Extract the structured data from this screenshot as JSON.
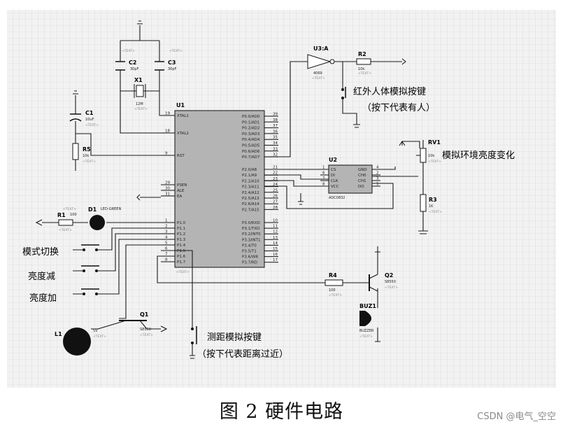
{
  "caption": "图 2  硬件电路",
  "watermark": "CSDN @电气_空空",
  "labels": {
    "u1": "U1",
    "u2": "U2",
    "u3": "U3:A",
    "u3part": "4069",
    "u2part": "ADC0832",
    "c1": "C1",
    "c1v": "10uF",
    "c2": "C2",
    "c2v": "30pF",
    "c3": "C3",
    "c3v": "30pF",
    "x1": "X1",
    "x1v": "12M",
    "r1": "R1",
    "r1v": "100",
    "r2": "R2",
    "r2v": "10k",
    "r3": "R3",
    "r3v": "1K",
    "r4": "R4",
    "r4v": "100",
    "r5": "R5",
    "r5v": "10k",
    "rv1": "RV1",
    "rv1v": "10k",
    "d1": "D1",
    "d1v": "LED-GREEN",
    "q1": "Q1",
    "q1v": "S8550",
    "q2": "Q2",
    "q2v": "S8550",
    "buz": "BUZ1",
    "buzv": "BUZZER",
    "l1": "L1",
    "l1v": "5V",
    "text": "<TEXT>"
  },
  "chinese": {
    "ir": "红外人体模拟按键",
    "ir_note": "（按下代表有人）",
    "light": "模拟环境亮度变化",
    "mode": "模式切换",
    "dec": "亮度减",
    "inc": "亮度加",
    "dist": "测距模拟按键",
    "dist_note": "（按下代表距离过近）"
  },
  "u1_left_pins": [
    {
      "num": "19",
      "name": "XTAL1"
    },
    {
      "num": "18",
      "name": "XTAL2"
    },
    {
      "num": "9",
      "name": "RST"
    },
    {
      "num": "29",
      "name": "PSEN"
    },
    {
      "num": "30",
      "name": "ALE"
    },
    {
      "num": "31",
      "name": "EA"
    },
    {
      "num": "1",
      "name": "P1.0"
    },
    {
      "num": "2",
      "name": "P1.1"
    },
    {
      "num": "3",
      "name": "P1.2"
    },
    {
      "num": "4",
      "name": "P1.3"
    },
    {
      "num": "5",
      "name": "P1.4"
    },
    {
      "num": "6",
      "name": "P1.5"
    },
    {
      "num": "7",
      "name": "P1.6"
    },
    {
      "num": "8",
      "name": "P1.7"
    }
  ],
  "u1_right_pins": [
    {
      "num": "39",
      "name": "P0.0/AD0"
    },
    {
      "num": "38",
      "name": "P0.1/AD1"
    },
    {
      "num": "37",
      "name": "P0.2/AD2"
    },
    {
      "num": "36",
      "name": "P0.3/AD3"
    },
    {
      "num": "35",
      "name": "P0.4/AD4"
    },
    {
      "num": "34",
      "name": "P0.5/AD5"
    },
    {
      "num": "33",
      "name": "P0.6/AD6"
    },
    {
      "num": "32",
      "name": "P0.7/AD7"
    },
    {
      "num": "21",
      "name": "P2.0/A8"
    },
    {
      "num": "22",
      "name": "P2.1/A9"
    },
    {
      "num": "23",
      "name": "P2.2/A10"
    },
    {
      "num": "24",
      "name": "P2.3/A11"
    },
    {
      "num": "25",
      "name": "P2.4/A12"
    },
    {
      "num": "26",
      "name": "P2.5/A13"
    },
    {
      "num": "27",
      "name": "P2.6/A14"
    },
    {
      "num": "28",
      "name": "P2.7/A15"
    },
    {
      "num": "10",
      "name": "P3.0/RXD"
    },
    {
      "num": "11",
      "name": "P3.1/TXD"
    },
    {
      "num": "12",
      "name": "P3.2/INT0"
    },
    {
      "num": "13",
      "name": "P3.3/INT1"
    },
    {
      "num": "14",
      "name": "P3.4/T0"
    },
    {
      "num": "15",
      "name": "P3.5/T1"
    },
    {
      "num": "16",
      "name": "P3.6/WR"
    },
    {
      "num": "17",
      "name": "P3.7/RD"
    }
  ],
  "u2_left_pins": [
    {
      "num": "1",
      "name": "CS"
    },
    {
      "num": "6",
      "name": "DI"
    },
    {
      "num": "7",
      "name": "CLK"
    },
    {
      "num": "8",
      "name": "VCC"
    }
  ],
  "u2_right_pins": [
    {
      "num": "4",
      "name": "GND"
    },
    {
      "num": "2",
      "name": "CH0"
    },
    {
      "num": "3",
      "name": "CH1"
    },
    {
      "num": "5",
      "name": "DO"
    }
  ]
}
